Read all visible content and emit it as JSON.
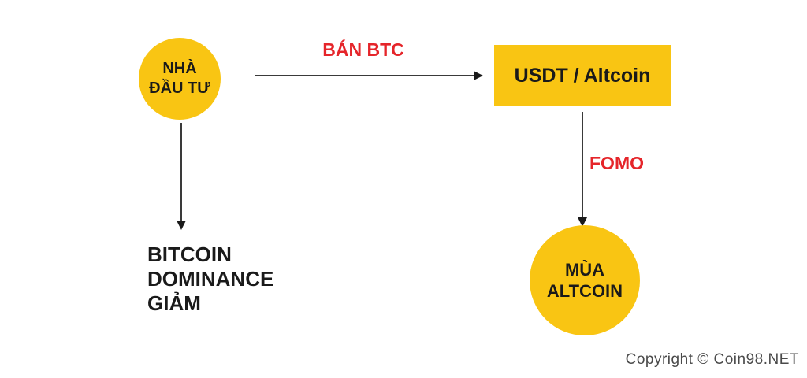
{
  "diagram": {
    "colors": {
      "node_yellow": "#F9C513",
      "label_red": "#E5252A",
      "arrow_black": "#1a1a1a",
      "copyright_gray": "#4a4a4a",
      "background": "#ffffff"
    },
    "nodes": {
      "investor_circle": {
        "line1": "NHÀ",
        "line2": "ĐẦU TƯ"
      },
      "usdt_altcoin_box": {
        "label": "USDT / Altcoin"
      },
      "altseason_circle": {
        "line1": "MÙA",
        "line2": "ALTCOIN"
      },
      "btc_dominance_text": {
        "line1": "BITCOIN",
        "line2": "DOMINANCE",
        "line3": "GIẢM"
      }
    },
    "edges": {
      "sell_btc_label": "BÁN BTC",
      "fomo_label": "FOMO"
    },
    "footer": {
      "copyright": "Copyright © Coin98.NET"
    }
  }
}
